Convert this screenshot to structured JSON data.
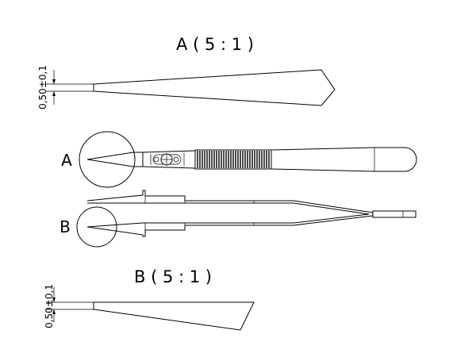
{
  "detail_a": {
    "title": "A ( 5 : 1 )",
    "tolerance": "0,50±0,1"
  },
  "detail_b": {
    "title": "B ( 5 : 1 )",
    "tolerance": "0,50±0,1"
  },
  "callouts": {
    "a": "A",
    "b": "B"
  },
  "style": {
    "line_color": "#000000",
    "background": "#ffffff"
  }
}
